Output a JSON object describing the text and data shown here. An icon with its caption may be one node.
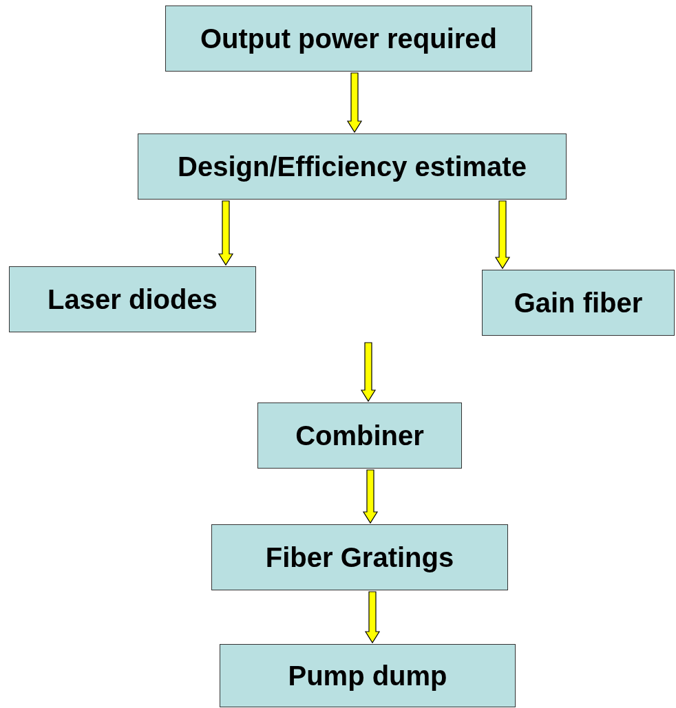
{
  "diagram": {
    "nodes": [
      {
        "text": [
          "Output power required"
        ]
      },
      {
        "text": [
          "Design/Efficiency estimate"
        ]
      },
      {
        "text": [
          "Laser diodes"
        ]
      },
      {
        "text": [
          "Gain fiber"
        ]
      },
      {
        "text": [
          "Combiner"
        ]
      },
      {
        "text": [
          "Fiber Gratings"
        ]
      },
      {
        "text": [
          "Pump dump"
        ]
      }
    ],
    "edges": [
      {
        "from": 0,
        "to": 1,
        "arrow": "to"
      },
      {
        "from": 1,
        "to": 2,
        "arrow": "to"
      },
      {
        "from": 1,
        "to": 3,
        "arrow": "to"
      },
      {
        "from": null,
        "to": 4,
        "arrow": "to"
      },
      {
        "from": 4,
        "to": 5,
        "arrow": "to"
      },
      {
        "from": 5,
        "to": 6,
        "arrow": "to"
      }
    ]
  }
}
